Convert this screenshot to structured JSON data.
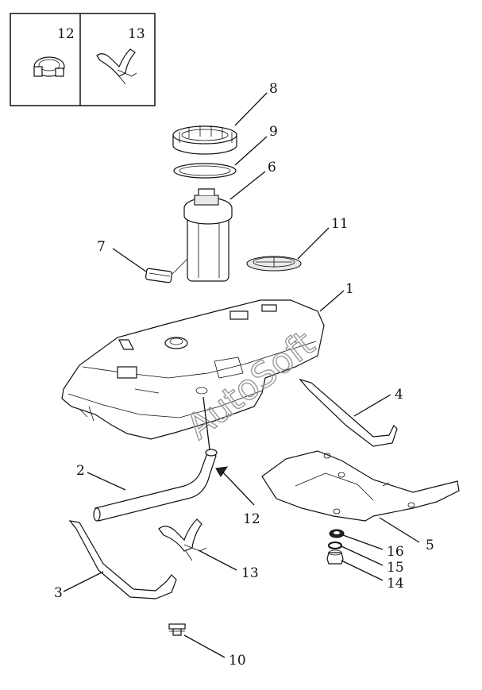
{
  "callouts": {
    "c1": "1",
    "c2": "2",
    "c3": "3",
    "c4": "4",
    "c5": "5",
    "c6": "6",
    "c7": "7",
    "c8": "8",
    "c9": "9",
    "c10": "10",
    "c11": "11",
    "c12": "12",
    "c13": "13",
    "c14": "14",
    "c15": "15",
    "c16": "16",
    "inset12": "12",
    "inset13": "13"
  },
  "watermark": "AutoSoft"
}
